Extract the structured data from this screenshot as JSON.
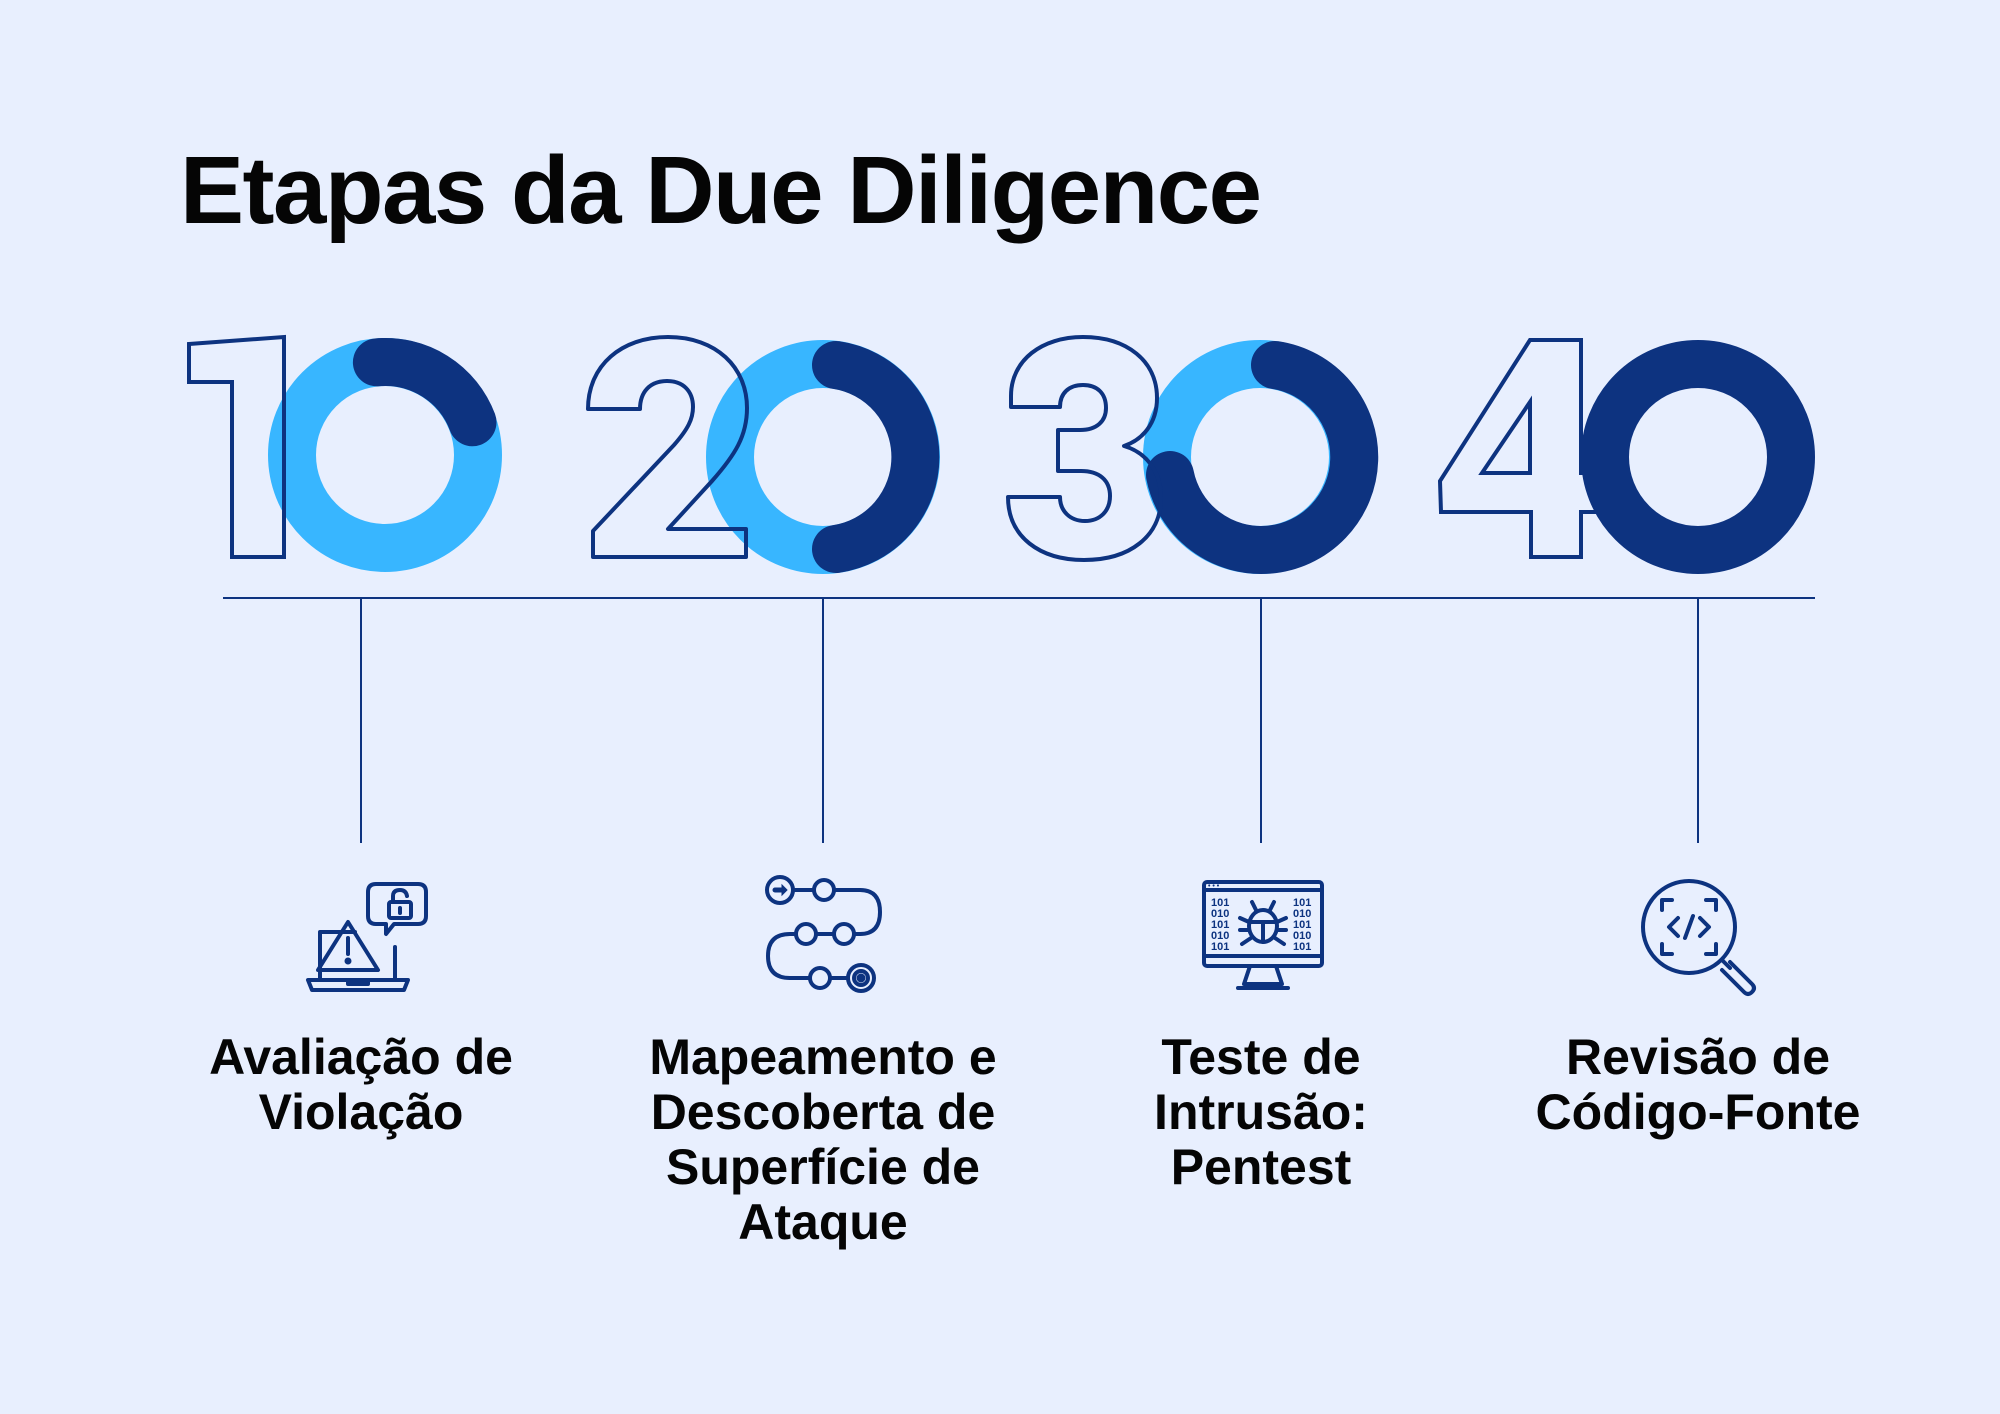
{
  "title": "Etapas da Due Diligence",
  "colors": {
    "background": "#E8EFFE",
    "ring_light": "#38B6FF",
    "ring_dark": "#0D3380",
    "outline": "#0D3380",
    "text": "#050505"
  },
  "steps": [
    {
      "number": "1",
      "progress_percent": 12.5,
      "icon": "laptop-warning-unlock-icon",
      "label_lines": [
        "Avaliação de",
        "Violação"
      ]
    },
    {
      "number": "2",
      "progress_percent": 50,
      "icon": "roadmap-path-icon",
      "label_lines": [
        "Mapeamento e",
        "Descoberta de",
        "Superfície de",
        "Ataque"
      ]
    },
    {
      "number": "3",
      "progress_percent": 75,
      "icon": "monitor-bug-binary-icon",
      "label_lines": [
        "Teste de",
        "Intrusão:",
        "Pentest"
      ]
    },
    {
      "number": "4",
      "progress_percent": 100,
      "icon": "magnifier-code-icon",
      "label_lines": [
        "Revisão de",
        "Código-Fonte"
      ]
    }
  ]
}
